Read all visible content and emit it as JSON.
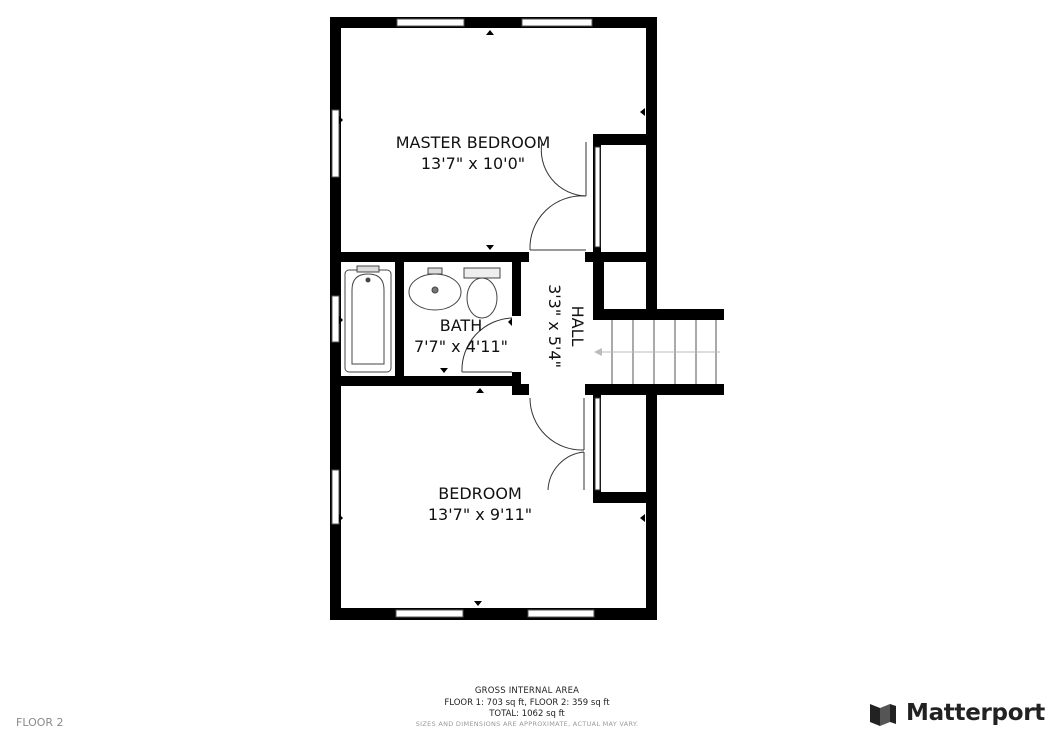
{
  "rooms": {
    "master_bedroom": {
      "name": "MASTER BEDROOM",
      "dims": "13'7\" x 10'0\""
    },
    "bath": {
      "name": "BATH",
      "dims": "7'7\" x 4'11\""
    },
    "hall": {
      "name": "HALL",
      "dims": "3'3\" x 5'4\""
    },
    "bedroom": {
      "name": "BEDROOM",
      "dims": "13'7\" x 9'11\""
    }
  },
  "footer": {
    "gross_title": "GROSS INTERNAL AREA",
    "floors_line": "FLOOR 1: 703 sq ft, FLOOR 2: 359 sq ft",
    "total_line": "TOTAL: 1062 sq ft",
    "disclaimer": "SIZES AND DIMENSIONS ARE APPROXIMATE, ACTUAL MAY VARY.",
    "floor_label": "FLOOR 2"
  },
  "brand": {
    "name": "Matterport",
    "icon": "matterport-logo-icon",
    "color": "#222222"
  },
  "colors": {
    "wall": "#000000",
    "fixture": "#555555",
    "window": "#b8b8b8"
  }
}
